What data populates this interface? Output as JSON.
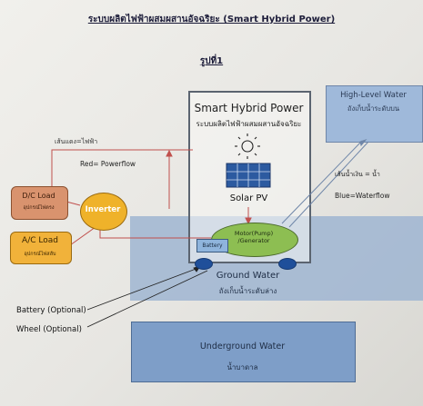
{
  "header": {
    "title": "ระบบผลิตไฟฟ้าผสมผสานอัจฉริยะ (Smart Hybrid Power)",
    "figure_label": "รูปที่1"
  },
  "system": {
    "title": "Smart Hybrid Power",
    "subtitle": "ระบบผลิตไฟฟ้าผสมผสานอัจฉริยะ",
    "solar_label": "Solar PV"
  },
  "high_level_water": {
    "title": "High-Level Water",
    "subtitle": "ถังเก็บน้ำระดับบน"
  },
  "loads": {
    "dc_title": "D/C Load",
    "dc_sub": "อุปกรณ์ไฟตรง",
    "ac_title": "A/C Load",
    "ac_sub": "อุปกรณ์ไฟสลับ",
    "inverter": "Inverter"
  },
  "motor": {
    "line1": "Motor(Pump)",
    "line2": "/Generator",
    "battery": "Battery"
  },
  "ground_water": {
    "title": "Ground Water",
    "subtitle": "ถังเก็บน้ำระดับล่าง"
  },
  "underground_water": {
    "title": "Underground Water",
    "subtitle": "น้ำบาดาล"
  },
  "legend": {
    "red_line": "เส้นแดง=ไฟฟ้า",
    "red_flow": "Red=  Powerflow",
    "blue_line": "เส้นน้ำเงิน = น้ำ",
    "blue_flow": "Blue=Waterflow"
  },
  "callouts": {
    "battery": "Battery (Optional)",
    "wheel": "Wheel (Optional)"
  },
  "colors": {
    "power_line": "#c0504d",
    "water_line": "#6f86a8",
    "solar_panel": "#2c5aa0",
    "sun": "#222222"
  }
}
